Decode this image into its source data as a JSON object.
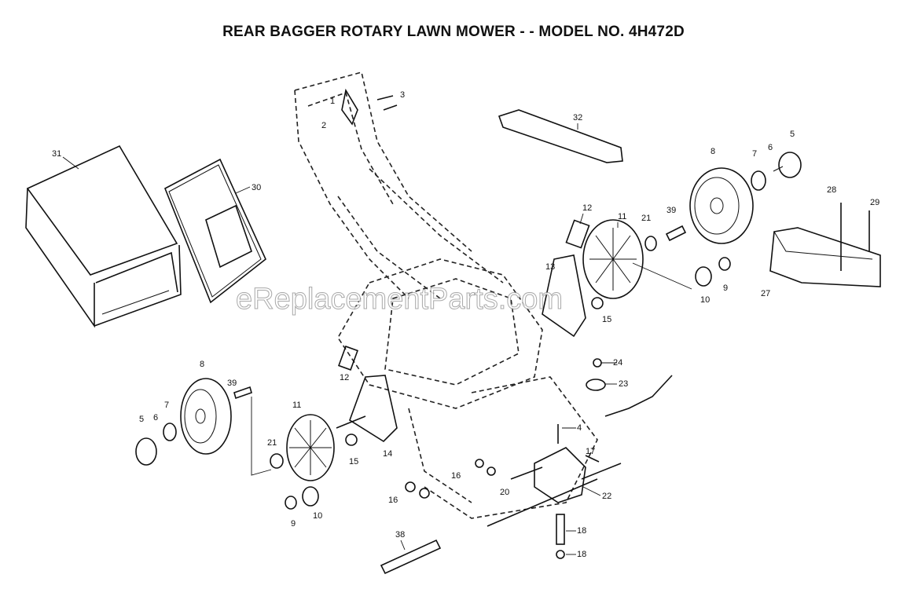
{
  "title": "REAR BAGGER ROTARY LAWN MOWER - - MODEL NO. 4H472D",
  "watermark": "eReplacementParts.com",
  "callouts": [
    "1",
    "2",
    "3",
    "32",
    "5",
    "6",
    "7",
    "8",
    "31",
    "30",
    "28",
    "29",
    "12",
    "21",
    "39",
    "11",
    "13",
    "27",
    "10",
    "9",
    "15",
    "24",
    "23",
    "4",
    "17",
    "22",
    "20",
    "16",
    "18",
    "38",
    "14"
  ]
}
